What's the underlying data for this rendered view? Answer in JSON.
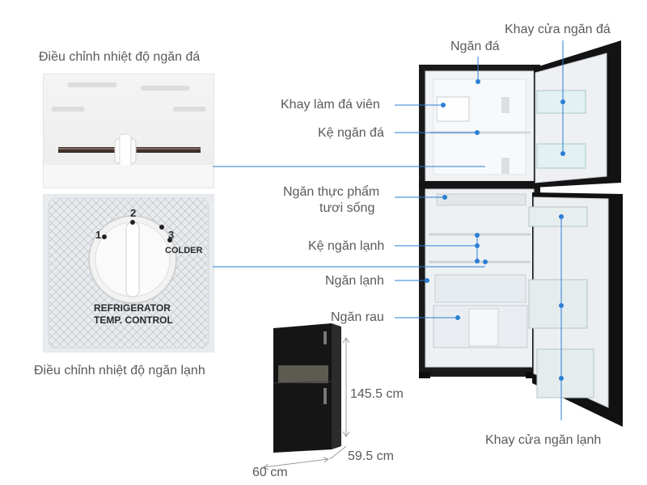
{
  "labels": {
    "freezer_temp_control": "Điều chỉnh nhiệt độ ngăn đá",
    "fridge_temp_control": "Điều chỉnh nhiệt độ ngăn lạnh",
    "freezer": "Ngăn đá",
    "freezer_door_tray": "Khay cửa ngăn đá",
    "ice_tray": "Khay làm đá viên",
    "freezer_shelf": "Kệ ngăn đá",
    "fresh_food_line1": "Ngăn thực phẩm",
    "fresh_food_line2": "tươi sống",
    "fridge_shelf": "Kệ ngăn lạnh",
    "fridge": "Ngăn lạnh",
    "vegetable_drawer": "Ngăn rau",
    "fridge_door_tray": "Khay cửa ngăn lạnh"
  },
  "dial": {
    "mark_1": "1",
    "mark_2": "2",
    "mark_3": "3",
    "colder": "COLDER",
    "caption_line1": "REFRIGERATOR",
    "caption_line2": "TEMP. CONTROL"
  },
  "dimensions": {
    "height": "145.5 cm",
    "depth": "59.5 cm",
    "width": "60 cm"
  },
  "colors": {
    "callout_line": "#2a7fd4",
    "label_text": "#5a5a5a",
    "fridge_body": "#141414"
  }
}
